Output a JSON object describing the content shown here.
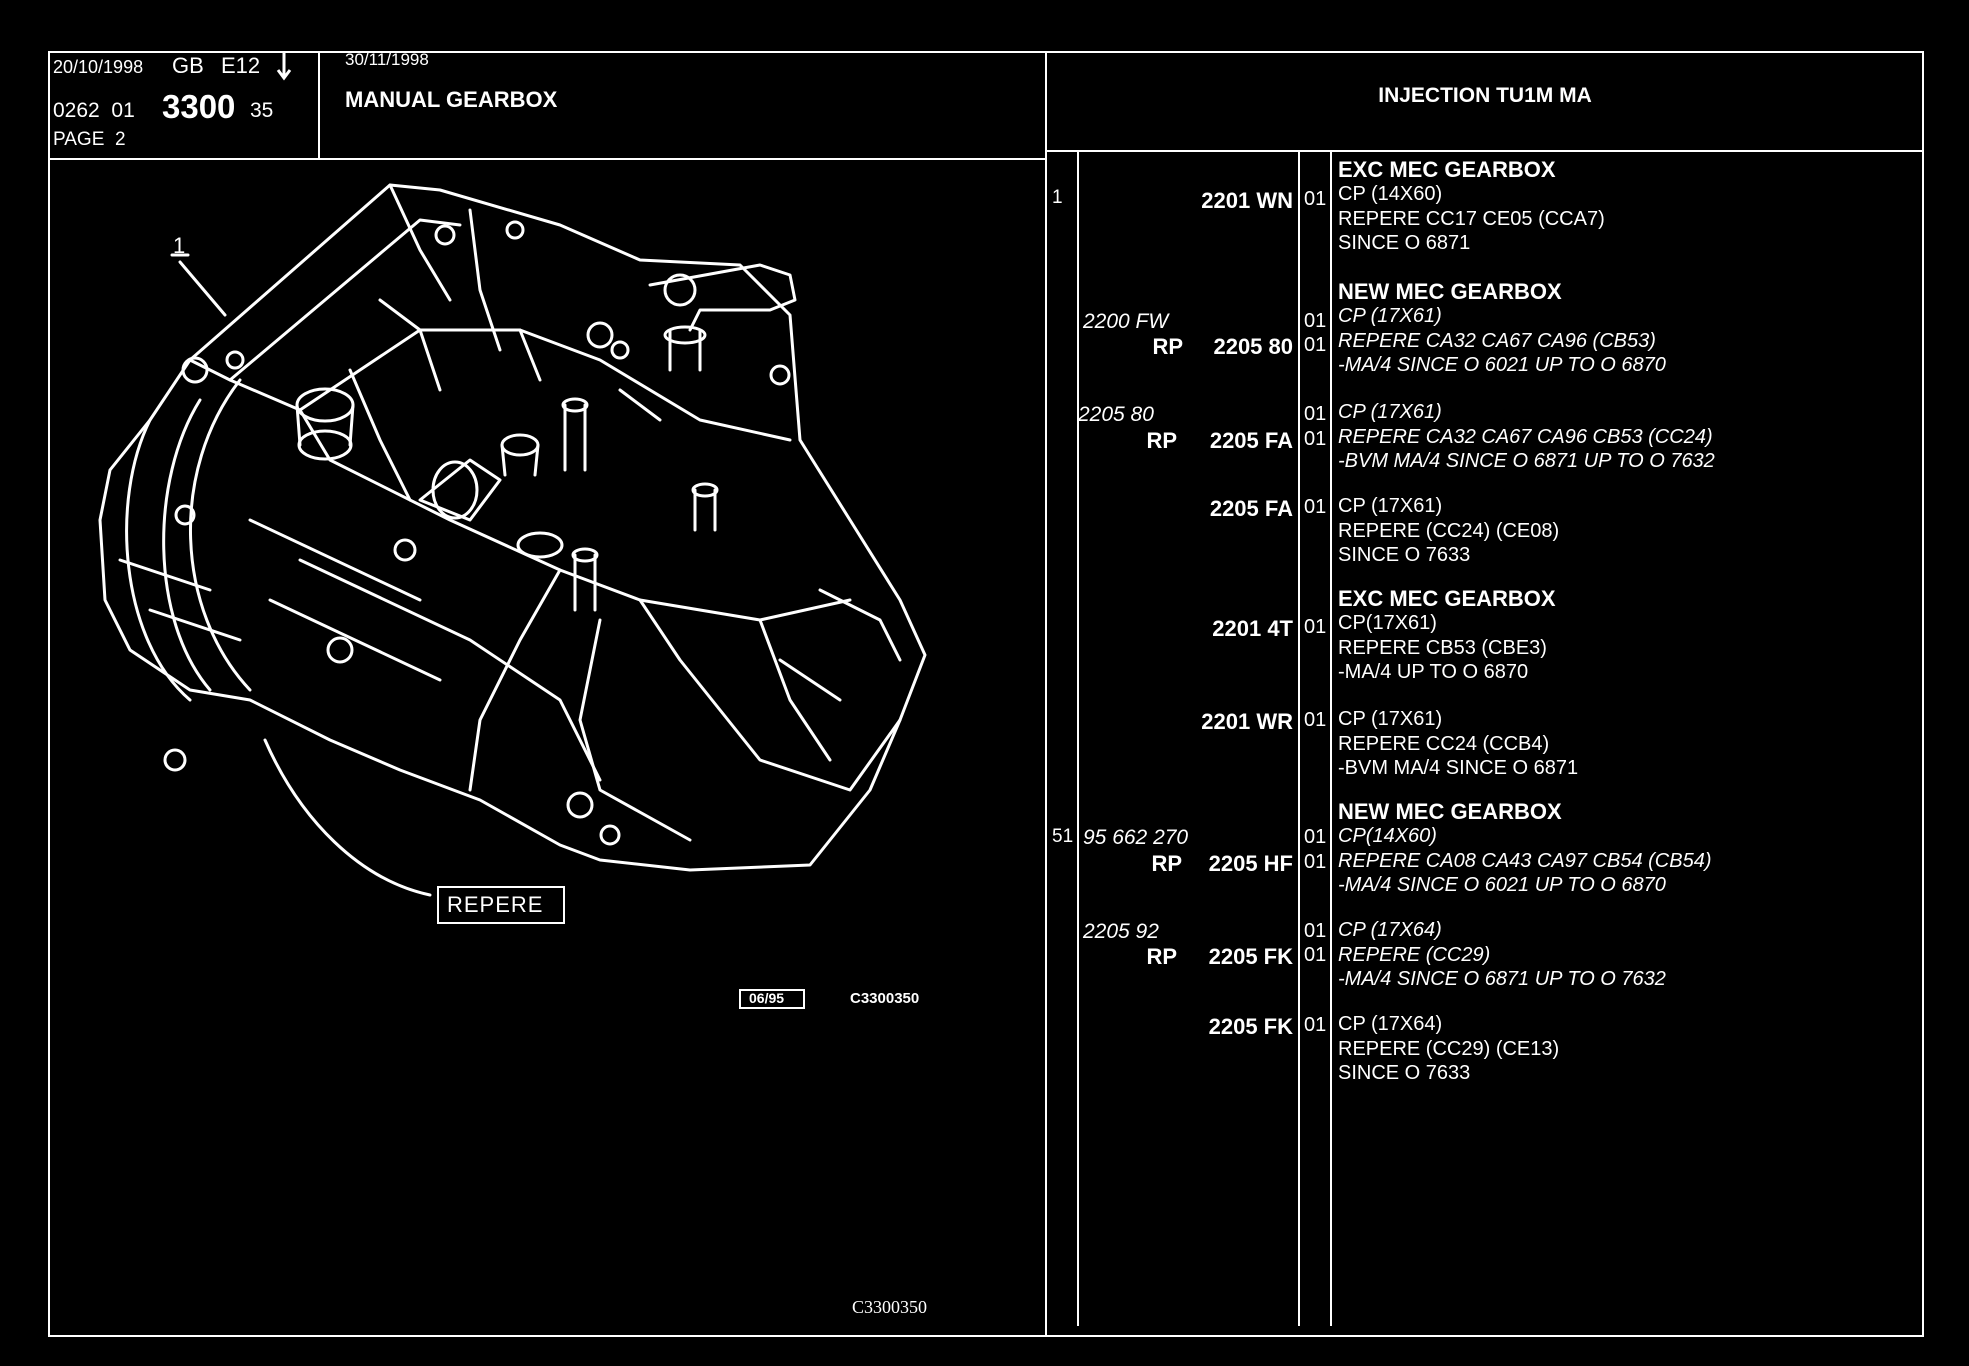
{
  "header_left": {
    "date": "20/10/1998",
    "lang": "GB",
    "code": "E12",
    "num_prefix": "0262  01",
    "num_main": "3300",
    "num_suffix": "35",
    "page": "PAGE  2"
  },
  "header_mid": {
    "date": "30/11/1998",
    "title": "MANUAL GEARBOX"
  },
  "header_right": {
    "title": "INJECTION TU1M MA"
  },
  "diagram": {
    "callout_number": "1",
    "callout_label": "REPERE",
    "stamp_date": "06/95",
    "stamp_code": "C3300350",
    "bottom_code": "C3300350"
  },
  "rows": [
    {
      "idx": "1",
      "ref_italic": "",
      "rp": "",
      "ref": "2201 WN",
      "qty_top": "",
      "qty": "01",
      "lines": [
        {
          "text": "EXC MEC GEARBOX",
          "style": "head"
        },
        {
          "text": "CP (14X60)",
          "style": ""
        },
        {
          "text": "REPERE CC17 CE05 (CCA7)",
          "style": ""
        },
        {
          "text": "SINCE  O  6871",
          "style": ""
        }
      ]
    },
    {
      "idx": "",
      "ref_italic": "2200 FW",
      "rp": "RP",
      "ref": "2205 80",
      "qty_top": "01",
      "qty": "01",
      "lines": [
        {
          "text": "NEW MEC GEARBOX",
          "style": "head"
        },
        {
          "text": "CP (17X61)",
          "style": "i"
        },
        {
          "text": "REPERE CA32 CA67 CA96 (CB53)",
          "style": "i"
        },
        {
          "text": "-MA/4 SINCE  O  6021  UP  TO  O  6870",
          "style": "i"
        }
      ]
    },
    {
      "idx": "",
      "ref_italic": "2205 80",
      "rp": "RP",
      "ref": "2205 FA",
      "qty_top": "01",
      "qty": "01",
      "lines": [
        {
          "text": "CP (17X61)",
          "style": "i"
        },
        {
          "text": "REPERE CA32 CA67 CA96 CB53 (CC24)",
          "style": "i"
        },
        {
          "text": "-BVM MA/4 SINCE  O  6871  UP  TO  O  7632",
          "style": "i"
        }
      ]
    },
    {
      "idx": "",
      "ref_italic": "",
      "rp": "",
      "ref": "2205 FA",
      "qty_top": "",
      "qty": "01",
      "lines": [
        {
          "text": "CP (17X61)",
          "style": ""
        },
        {
          "text": "REPERE (CC24) (CE08)",
          "style": ""
        },
        {
          "text": "SINCE  O  7633",
          "style": ""
        }
      ]
    },
    {
      "idx": "",
      "ref_italic": "",
      "rp": "",
      "ref": "2201 4T",
      "qty_top": "",
      "qty": "01",
      "lines": [
        {
          "text": "EXC MEC GEARBOX",
          "style": "head"
        },
        {
          "text": "CP(17X61)",
          "style": ""
        },
        {
          "text": "REPERE CB53 (CBE3)",
          "style": ""
        },
        {
          "text": "-MA/4 UP  TO  O  6870",
          "style": ""
        }
      ]
    },
    {
      "idx": "",
      "ref_italic": "",
      "rp": "",
      "ref": "2201 WR",
      "qty_top": "",
      "qty": "01",
      "lines": [
        {
          "text": "CP (17X61)",
          "style": ""
        },
        {
          "text": "REPERE CC24 (CCB4)",
          "style": ""
        },
        {
          "text": "-BVM MA/4 SINCE  O  6871",
          "style": ""
        }
      ]
    },
    {
      "idx": "51",
      "ref_italic": "95 662 270",
      "rp": "RP",
      "ref": "2205 HF",
      "qty_top": "01",
      "qty": "01",
      "lines": [
        {
          "text": "NEW MEC GEARBOX",
          "style": "head"
        },
        {
          "text": "CP(14X60)",
          "style": "i"
        },
        {
          "text": "REPERE CA08 CA43 CA97 CB54 (CB54)",
          "style": "i"
        },
        {
          "text": "-MA/4 SINCE  O  6021  UP  TO  O  6870",
          "style": "i"
        }
      ]
    },
    {
      "idx": "",
      "ref_italic": "2205 92",
      "rp": "RP",
      "ref": "2205 FK",
      "qty_top": "01",
      "qty": "01",
      "lines": [
        {
          "text": "CP (17X64)",
          "style": "i"
        },
        {
          "text": "REPERE (CC29)",
          "style": "i"
        },
        {
          "text": "-MA/4 SINCE  O  6871  UP  TO  O  7632",
          "style": "i"
        }
      ]
    },
    {
      "idx": "",
      "ref_italic": "",
      "rp": "",
      "ref": "2205 FK",
      "qty_top": "",
      "qty": "01",
      "lines": [
        {
          "text": "CP (17X64)",
          "style": ""
        },
        {
          "text": "REPERE (CC29) (CE13)",
          "style": ""
        },
        {
          "text": "SINCE  O  7633",
          "style": ""
        }
      ]
    }
  ]
}
